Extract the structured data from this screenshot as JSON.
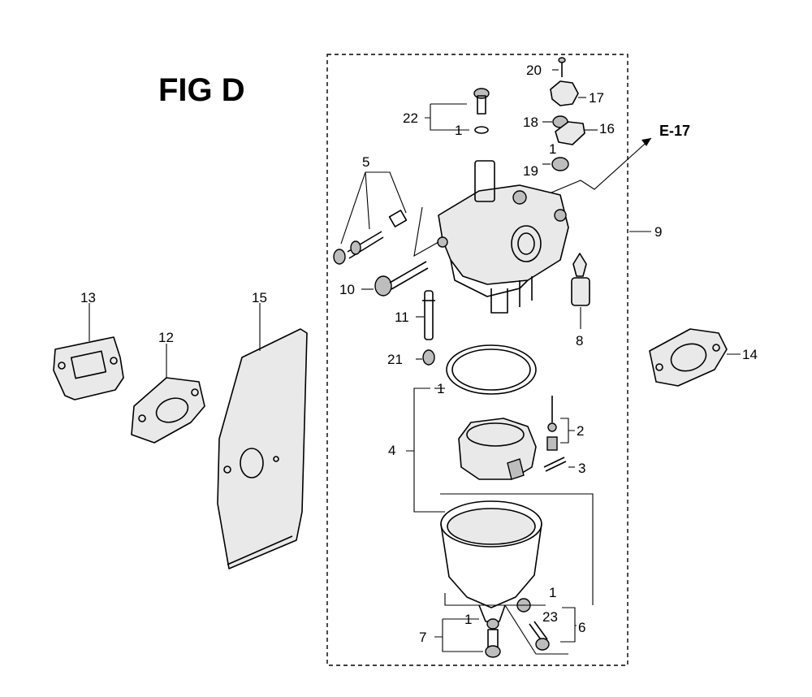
{
  "figure": {
    "title": "FIG D"
  },
  "callouts": {
    "n1a": "1",
    "n1b": "1",
    "n1c": "1",
    "n1d": "1",
    "n1e": "1",
    "n2": "2",
    "n3": "3",
    "n4": "4",
    "n5": "5",
    "n6": "6",
    "n7": "7",
    "n8": "8",
    "n9": "9",
    "n10": "10",
    "n11": "11",
    "n12": "12",
    "n13": "13",
    "n14": "14",
    "n15": "15",
    "n16": "16",
    "n17": "17",
    "n18": "18",
    "n19": "19",
    "n20": "20",
    "n21": "21",
    "n22": "22",
    "n23": "23",
    "ref": "E-17"
  }
}
